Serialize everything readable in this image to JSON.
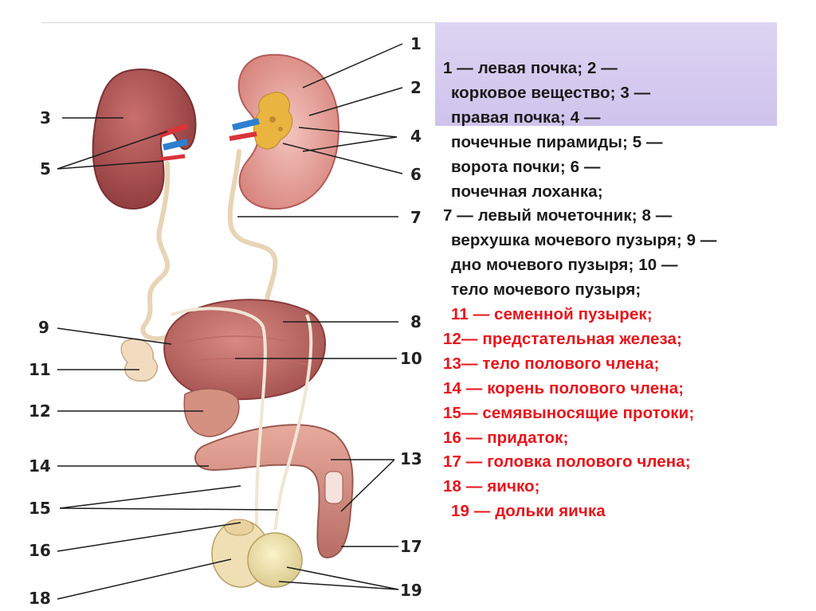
{
  "colors": {
    "label_black": "#1a1a1a",
    "label_red": "#e8141b",
    "panel": "#d6ccef"
  },
  "numbers": [
    "1",
    "2",
    "3",
    "4",
    "5",
    "6",
    "7",
    "8",
    "9",
    "10",
    "11",
    "12",
    "13",
    "14",
    "15",
    "16",
    "17",
    "18",
    "19"
  ],
  "legend": [
    {
      "text": "1 — левая почка; 2 —",
      "color": "black"
    },
    {
      "text": "корковое вещество; 3 —",
      "color": "black"
    },
    {
      "text": "правая почка; 4 —",
      "color": "black"
    },
    {
      "text": "почечные пирамиды; 5 —",
      "color": "black"
    },
    {
      "text": "ворота почки; 6 —",
      "color": "black"
    },
    {
      "text": "почечная лоханка;",
      "color": "black"
    },
    {
      "text": "7 — левый мочеточник; 8 —",
      "color": "black"
    },
    {
      "text": "верхушка мочевого пузыря; 9 —",
      "color": "black"
    },
    {
      "text": "дно мочевого пузыря; 10 —",
      "color": "black"
    },
    {
      "text": "тело мочевого пузыря;",
      "color": "black"
    },
    {
      "text": "11 — семенной пузырек;",
      "color": "red"
    },
    {
      "text": "12— предстательная железа;",
      "color": "red"
    },
    {
      "text": "13— тело полового члена;",
      "color": "red"
    },
    {
      "text": "14 — корень полового члена;",
      "color": "red"
    },
    {
      "text": "15— семявыносящие протоки;",
      "color": "red"
    },
    {
      "text": "16 — придаток;",
      "color": "red"
    },
    {
      "text": "17 — головка полового члена;",
      "color": "red"
    },
    {
      "text": "18 — яичко;",
      "color": "red"
    },
    {
      "text": "19 — дольки яичка",
      "color": "red"
    }
  ]
}
